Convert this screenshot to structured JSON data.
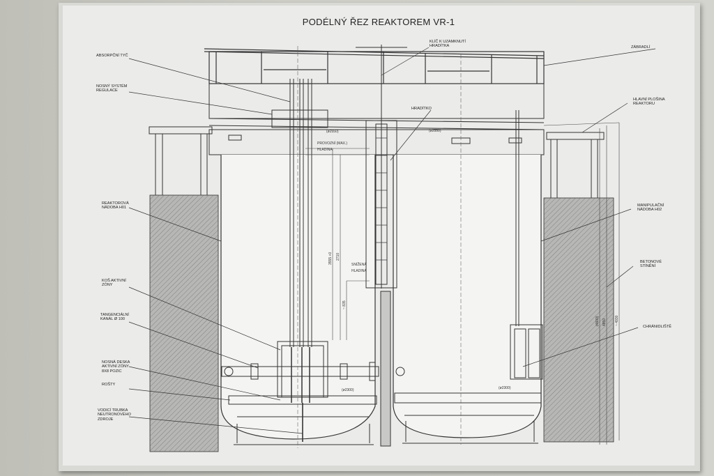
{
  "title": "PODÉLNÝ ŘEZ REAKTOREM VR-1",
  "labels": {
    "absorpcni_tyc": "ABSORPČNÍ TYČ",
    "nosny_system_1": "NOSNÝ SYSTÉM",
    "nosny_system_2": "REGULACE",
    "reaktorova_1": "REAKTOROVÁ",
    "reaktorova_2": "NÁDOBA H01",
    "kos_1": "KOŠ AKTIVNÍ",
    "kos_2": "ZÓNY",
    "tangencialni_1": "TANGENCIÁLNÍ",
    "tangencialni_2": "KANÁL ø 100",
    "nosna_1": "NOSNÁ DESKA",
    "nosna_2": "AKTIVNÍ ZÓNY",
    "nosna_3": "8x8 POZIC",
    "rosty": "ROŠTY",
    "vodici_1": "VODICÍ TRUBKA",
    "vodici_2": "NEUTRONOVÉHO",
    "vodici_3": "ZDROJE",
    "klic_1": "KLÍČ K UZAMKNUTÍ",
    "klic_2": "HRADÍTKA",
    "hraditko": "HRADÍTKO",
    "zabradli": "ZÁBRADLÍ",
    "plosina_1": "HLAVNÍ PLOŠINA",
    "plosina_2": "REAKTORU",
    "manipulacni_1": "MANIPULAČNÍ",
    "manipulacni_2": "NÁDOBA H02",
    "betonove_1": "BETONOVÉ",
    "betonove_2": "STÍNĚNÍ",
    "chranidlo": "CHRÁNIDLIŠTĚ"
  },
  "dimensions": {
    "d2550_left": "(ø2550)",
    "d2550_right": "(ø2550)",
    "d2300_left": "(ø2300)",
    "d2300_right": "(ø2300)",
    "hladina_max": "PROVOZNÍ (MAX.)",
    "hladina": "HLADINA",
    "snizena_1": "SNÍŽENÁ",
    "snizena_2": "HLADINA",
    "v3555": "3555 +0",
    "v2710": "2710",
    "v835": "~ 835",
    "v4600": "(4600)",
    "v4850": "4850",
    "v4930": "~ 4930"
  }
}
